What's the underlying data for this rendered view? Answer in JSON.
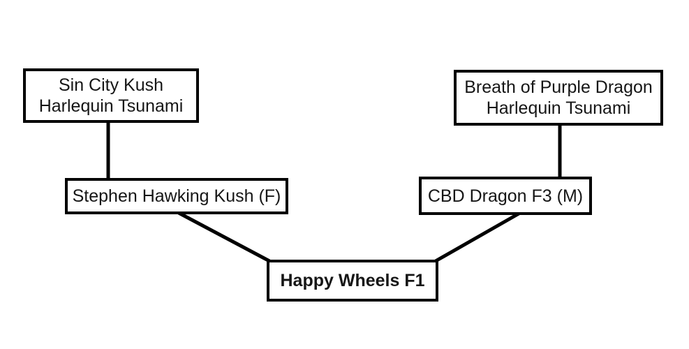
{
  "diagram": {
    "type": "breeding-pedigree-tree",
    "colors": {
      "background": "#ffffff",
      "box_fill": "#ffffff",
      "box_border": "#000000",
      "text": "#161616",
      "connector": "#000000"
    },
    "nodes": {
      "grandparent_left": {
        "line1": "Sin City Kush",
        "line2": "Harlequin Tsunami"
      },
      "grandparent_right": {
        "line1": "Breath of Purple Dragon",
        "line2": "Harlequin Tsunami"
      },
      "parent_left": {
        "label": "Stephen Hawking Kush (F)"
      },
      "parent_right": {
        "label": "CBD Dragon F3 (M)"
      },
      "child": {
        "label": "Happy Wheels F1"
      }
    }
  }
}
